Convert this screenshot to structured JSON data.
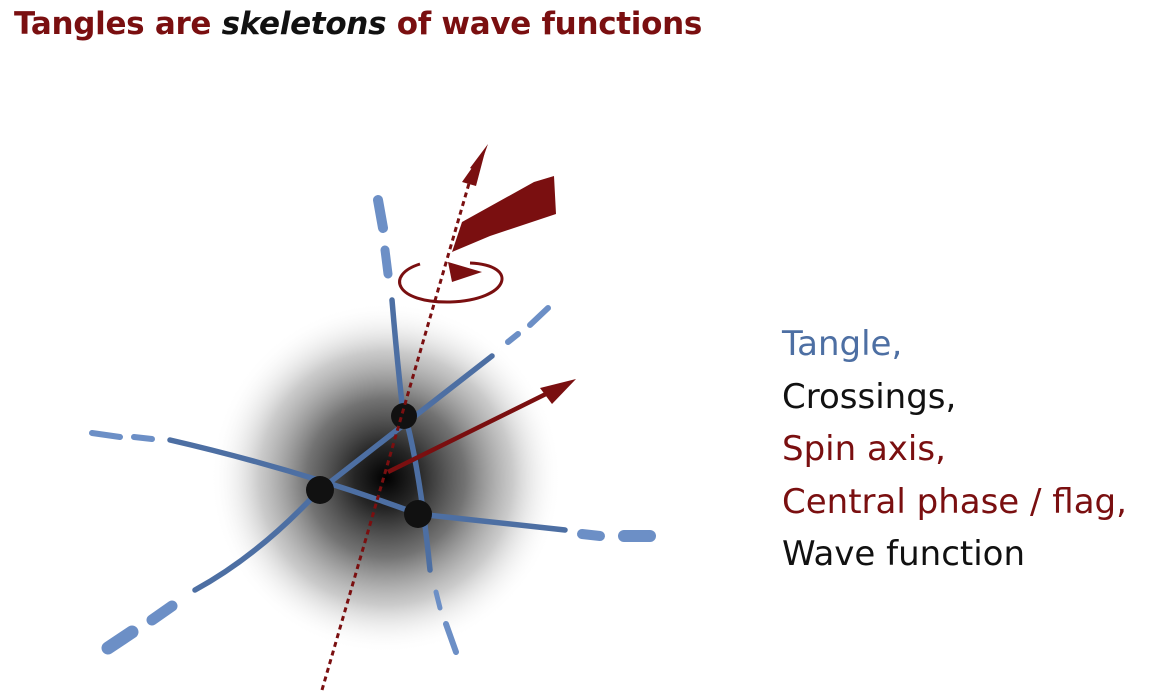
{
  "title": {
    "part1": "Tangles are ",
    "part2": "skeletons",
    "part3": " of wave functions"
  },
  "legend": [
    {
      "text": "Tangle,",
      "color": "#4d6fa3"
    },
    {
      "text": "Crossings,",
      "color": "#111111"
    },
    {
      "text": "Spin axis,",
      "color": "#7a0f10"
    },
    {
      "text": "Central phase / flag,",
      "color": "#7a0f10"
    },
    {
      "text": "Wave function",
      "color": "#111111"
    }
  ],
  "colors": {
    "tangle": "#4d6fa3",
    "tangle_light": "#6c8fc6",
    "axis": "#7a0f10",
    "crossing": "#111111"
  }
}
